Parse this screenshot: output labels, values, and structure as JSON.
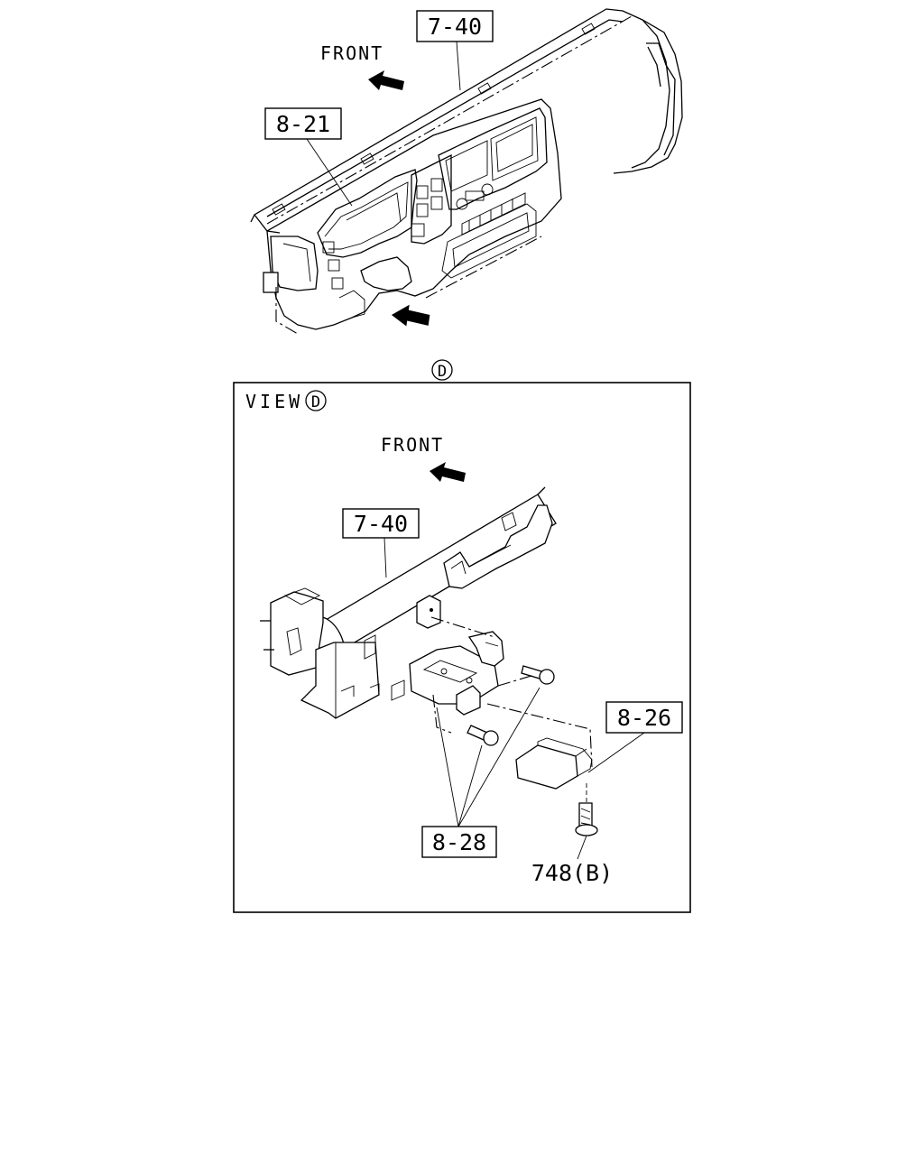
{
  "top_view": {
    "front_label": "FRONT",
    "callout_7_40": "7-40",
    "callout_8_21": "8-21",
    "view_marker": "D"
  },
  "detail_view": {
    "view_label": "VIEW",
    "view_marker": "D",
    "front_label": "FRONT",
    "callout_7_40": "7-40",
    "callout_8_26": "8-26",
    "callout_8_28": "8-28",
    "callout_748b": "748(B)"
  },
  "icons": {
    "front_arrow": "front-arrow-icon",
    "view_arrow": "view-direction-arrow-icon",
    "circle_marker": "circled-letter-icon"
  }
}
